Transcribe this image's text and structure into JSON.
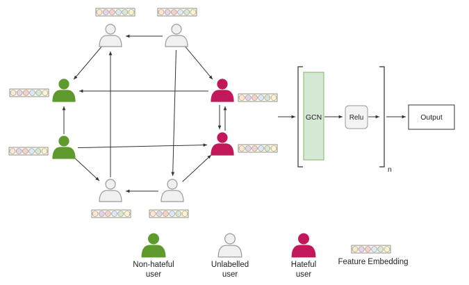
{
  "colors": {
    "hateful": "#c2185b",
    "non_hateful": "#5e9a2e",
    "unlabelled_fill": "#f0f0f0",
    "unlabelled_stroke": "#9a9a9a",
    "edge": "#333333",
    "gcn_fill": "#d5e8d4",
    "gcn_stroke": "#82b366",
    "relu_fill": "#f3f3f3",
    "relu_stroke": "#9a9a9a",
    "embedding_cells": [
      "#ffe6cc",
      "#e1d5e7",
      "#f8cecc",
      "#dae8fc",
      "#d5e8d4",
      "#fff2cc"
    ]
  },
  "model": {
    "gcn_label": "GCN",
    "relu_label": "Relu",
    "output_label": "Output",
    "repeat_label": "n"
  },
  "legend": {
    "non_hateful": [
      "Non-hateful",
      "user"
    ],
    "unlabelled": [
      "Unlabelled",
      "user"
    ],
    "hateful": [
      "Hateful",
      "user"
    ],
    "feature_embedding": "Feature Embedding"
  },
  "graph": {
    "nodes": [
      {
        "id": "top-left",
        "type": "unlabelled"
      },
      {
        "id": "top-right",
        "type": "unlabelled"
      },
      {
        "id": "left-upper",
        "type": "non_hateful"
      },
      {
        "id": "left-lower",
        "type": "non_hateful"
      },
      {
        "id": "right-upper",
        "type": "hateful"
      },
      {
        "id": "right-lower",
        "type": "hateful"
      },
      {
        "id": "bottom-left",
        "type": "unlabelled"
      },
      {
        "id": "bottom-right",
        "type": "unlabelled"
      }
    ],
    "edges": [
      [
        "top-right",
        "top-left"
      ],
      [
        "top-left",
        "left-upper"
      ],
      [
        "top-right",
        "right-upper"
      ],
      [
        "right-upper",
        "left-upper"
      ],
      [
        "left-lower",
        "left-upper"
      ],
      [
        "left-lower",
        "bottom-left"
      ],
      [
        "left-lower",
        "right-lower"
      ],
      [
        "right-upper",
        "right-lower"
      ],
      [
        "right-lower",
        "right-upper"
      ],
      [
        "bottom-left",
        "top-left"
      ],
      [
        "top-right",
        "bottom-right"
      ],
      [
        "bottom-right",
        "bottom-left"
      ],
      [
        "bottom-right",
        "right-lower"
      ]
    ]
  }
}
